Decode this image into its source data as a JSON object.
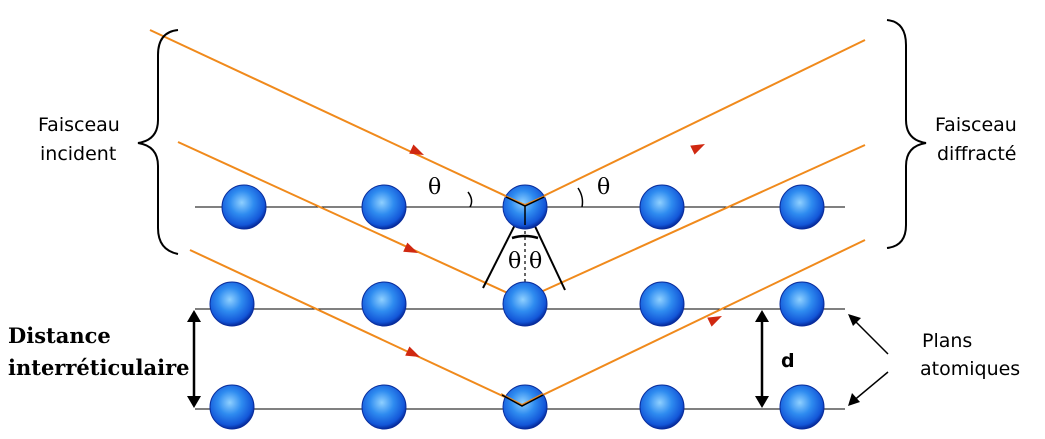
{
  "labels": {
    "incident_line1": "Faisceau",
    "incident_line2": "incident",
    "diffracted_line1": "Faisceau",
    "diffracted_line2": "diffracté",
    "distance_line1": "Distance",
    "distance_line2": "interréticulaire",
    "planes_line1": "Plans",
    "planes_line2": "atomiques",
    "d": "d",
    "theta_left": "θ",
    "theta_right": "θ",
    "theta_center_left": "θ",
    "theta_center_right": "θ"
  },
  "colors": {
    "beam": "#f08a1c",
    "arrow": "#d02810",
    "atom_core": "#8fd0ff",
    "atom_mid": "#1a78e8",
    "atom_edge": "#062a9a",
    "plane": "#000000",
    "background": "#ffffff"
  },
  "icons": [
    "atom-icon",
    "curly-brace-icon",
    "double-arrow-icon",
    "pointer-arrow-icon"
  ]
}
